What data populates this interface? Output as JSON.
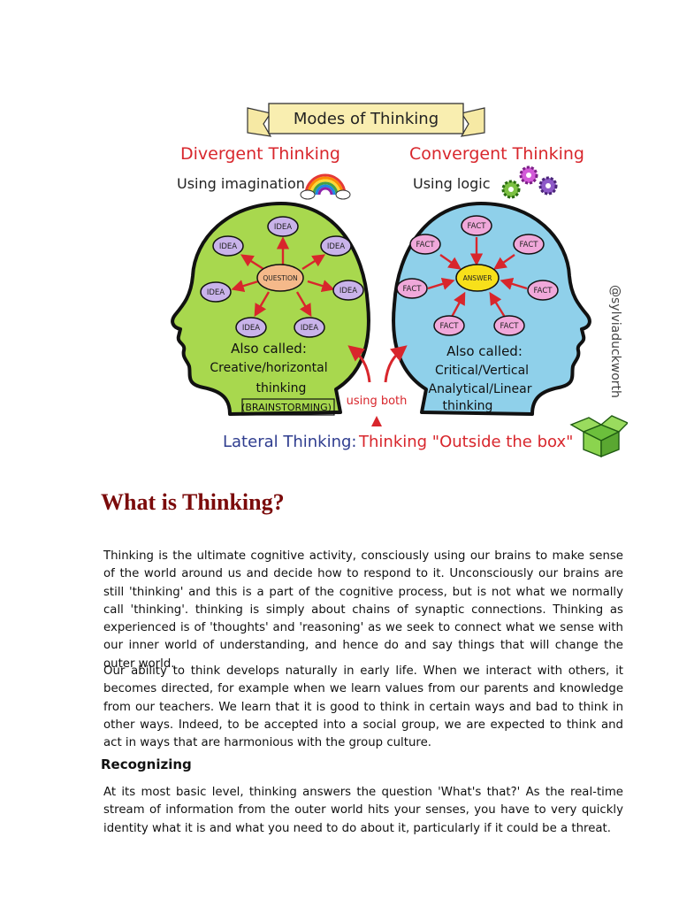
{
  "figure": {
    "banner_title": "Modes of Thinking",
    "left": {
      "title": "Divergent Thinking",
      "subtitle": "Using imagination",
      "center_label": "QUESTION",
      "node_label": "IDEA",
      "also_called": "Also called:",
      "line1": "Creative/horizontal",
      "line2": "thinking",
      "line3": "(BRAINSTORMING)"
    },
    "right": {
      "title": "Convergent Thinking",
      "subtitle": "Using logic",
      "center_label": "ANSWER",
      "node_label": "FACT",
      "also_called": "Also called:",
      "line1": "Critical/Vertical",
      "line2": "Analytical/Linear",
      "line3": "thinking"
    },
    "using_both": "using both",
    "lateral_label": "Lateral Thinking:",
    "lateral_text": "Thinking \"Outside the box\"",
    "credit": "@sylviaduckworth",
    "colors": {
      "red": "#d8262c",
      "green_head": "#a8d84e",
      "blue_head": "#8fd0ea",
      "idea_node": "#c9b3ea",
      "fact_node": "#f0a8da",
      "question_node": "#f5b98a",
      "answer_node": "#f7e01a",
      "lateral_blue": "#2f3d8f"
    }
  },
  "article": {
    "heading": "What is Thinking?",
    "paragraph1": "Thinking is the ultimate cognitive activity, consciously using our brains to make sense of the world around us and decide how to respond to it. Unconsciously our brains are still 'thinking' and this is a part of the cognitive process, but is not what we normally call 'thinking'. thinking is simply about chains of synaptic connections. Thinking as experienced is of 'thoughts' and 'reasoning' as we seek to connect what we sense with our inner world of understanding, and hence do and say things that will change the outer world.",
    "paragraph2": "Our ability to think develops naturally in early life. When we interact with others, it becomes directed, for example when we learn values from our parents and knowledge from our teachers. We learn that it is good to think in certain ways and bad to think in other ways. Indeed, to be accepted into a social group, we are expected to think and act in ways that are harmonious with the group culture.",
    "subheading": "Recognizing",
    "paragraph3": "At its most basic level, thinking answers the question 'What's that?' As the real-time stream of information from the outer world hits your senses, you have to very quickly identity what it is and what you need to do about it, particularly if it could be a threat."
  }
}
